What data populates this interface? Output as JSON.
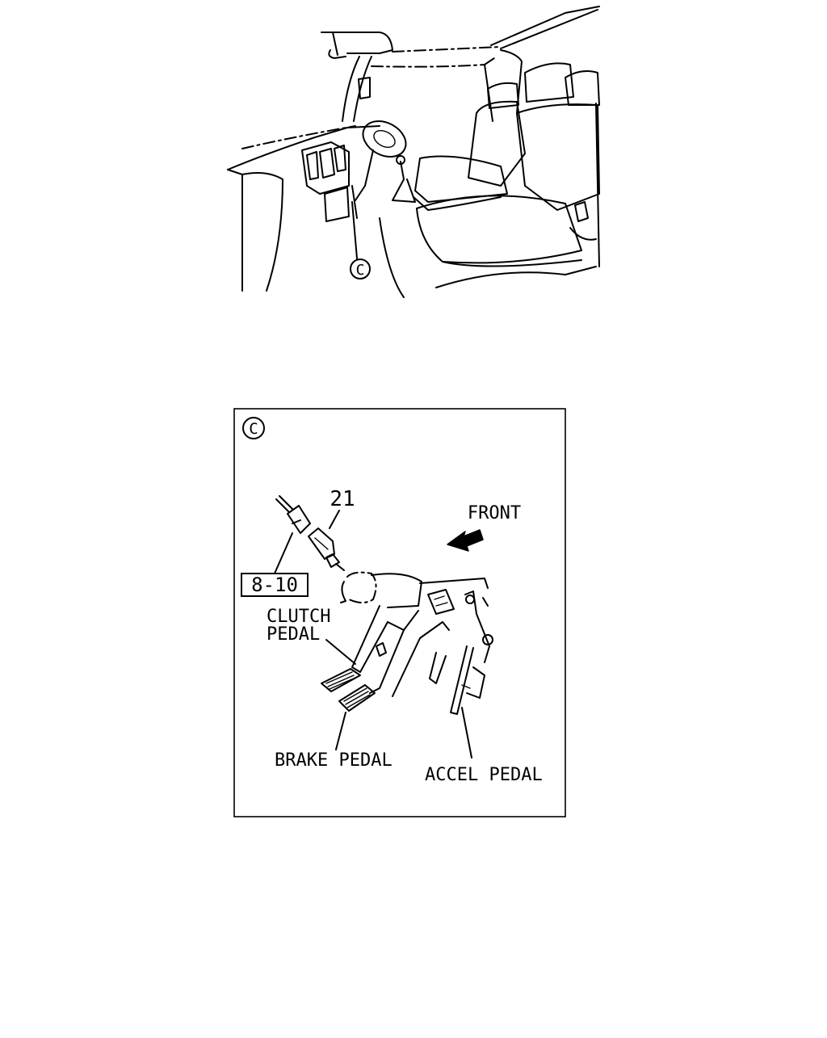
{
  "overview": {
    "callout_letter": "C"
  },
  "detail": {
    "callout_letter": "C",
    "part_number": "21",
    "connector_ref": "8-10",
    "direction_label": "FRONT",
    "clutch_label_line1": "CLUTCH",
    "clutch_label_line2": "PEDAL",
    "brake_label": "BRAKE PEDAL",
    "accel_label": "ACCEL PEDAL"
  },
  "icons": {
    "direction_arrow": "front-arrow-icon"
  }
}
